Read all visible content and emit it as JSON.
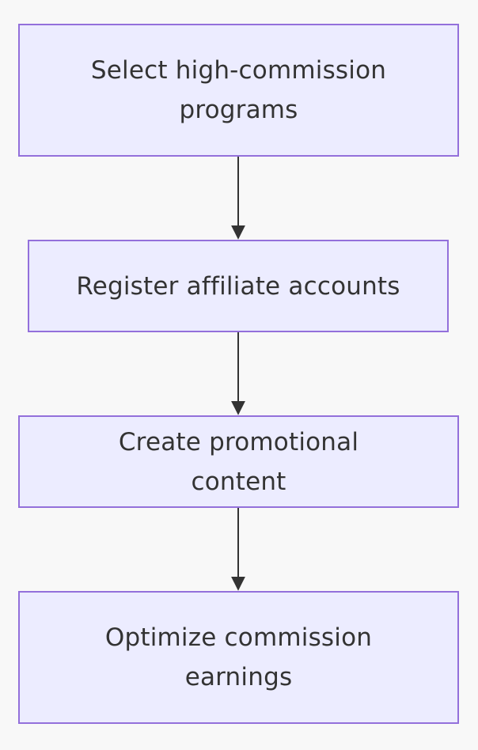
{
  "diagram": {
    "type": "flowchart",
    "direction": "top-to-bottom",
    "colors": {
      "background": "#f8f8f8",
      "node_fill": "#ececff",
      "node_border": "#9370db",
      "text": "#333333",
      "edge": "#333333"
    },
    "nodes": [
      {
        "id": "n1",
        "label": "Select high-commission programs"
      },
      {
        "id": "n2",
        "label": "Register affiliate accounts"
      },
      {
        "id": "n3",
        "label": "Create promotional content"
      },
      {
        "id": "n4",
        "label": "Optimize commission earnings"
      }
    ],
    "edges": [
      {
        "from": "n1",
        "to": "n2"
      },
      {
        "from": "n2",
        "to": "n3"
      },
      {
        "from": "n3",
        "to": "n4"
      }
    ]
  }
}
